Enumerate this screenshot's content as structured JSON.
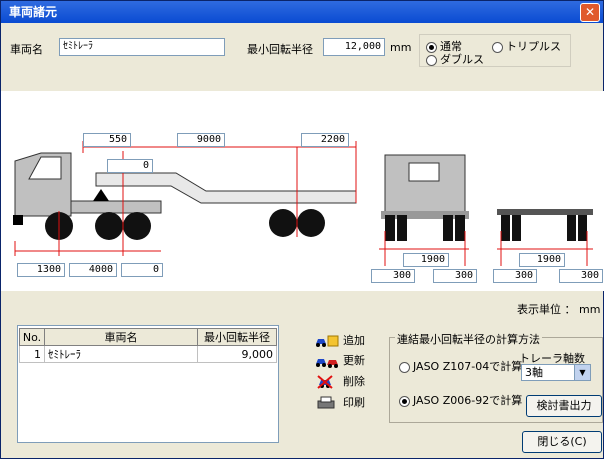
{
  "window": {
    "title": "車両諸元",
    "close_glyph": "✕"
  },
  "vehicle_name": {
    "label": "車両名",
    "value": "ｾﾐﾄﾚｰﾗ"
  },
  "min_radius": {
    "label": "最小回転半径",
    "value": "12,000",
    "unit": "mm"
  },
  "axle_mode": {
    "options": [
      "通常",
      "トリプルス",
      "ダブルス"
    ],
    "selected": "通常"
  },
  "dimensions": {
    "top": [
      "550",
      "9000",
      "2200"
    ],
    "inner": "0",
    "bottom": [
      "1300",
      "4000",
      "0"
    ],
    "rear_center": "1900",
    "rear_sides": [
      "300",
      "300"
    ],
    "trailer_center": "1900",
    "trailer_sides": [
      "300",
      "300"
    ]
  },
  "display_unit": {
    "label": "表示単位 ：",
    "value": "mm"
  },
  "list": {
    "headers": [
      "No.",
      "車両名",
      "最小回転半径"
    ],
    "rows": [
      {
        "no": "1",
        "name": "ｾﾐﾄﾚｰﾗ",
        "radius": "9,000"
      }
    ]
  },
  "actions": {
    "add": "追加",
    "update": "更新",
    "delete": "削除",
    "print": "印刷"
  },
  "calc": {
    "title": "連結最小回転半径の計算方法",
    "option1": "JASO Z107-04で計算",
    "option2": "JASO Z006-92で計算",
    "selected": "option2",
    "trailer_axle_label": "トレーラ軸数",
    "trailer_axle_value": "3軸",
    "export_button": "検討書出力"
  },
  "close_button": "閉じる(C)",
  "colors": {
    "title": "#0a4bd2",
    "truck": "#c0c0c0",
    "dim_line": "#e01010"
  }
}
